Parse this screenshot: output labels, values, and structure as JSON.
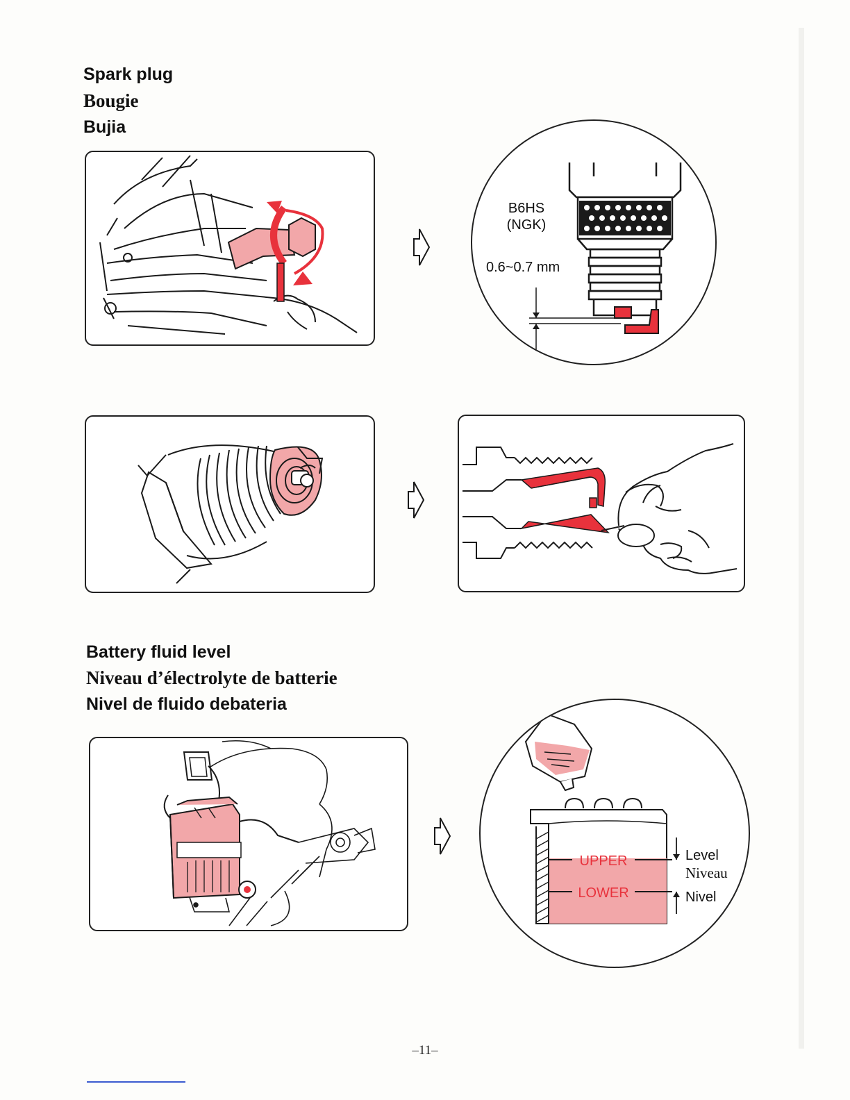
{
  "spark_plug_section": {
    "title_en": "Spark plug",
    "title_fr": "Bougie",
    "title_es": "Bujia",
    "plug_type": "B6HS",
    "plug_brand": "(NGK)",
    "gap_spec": "0.6~0.7 mm"
  },
  "battery_section": {
    "title_en": "Battery fluid level",
    "title_fr": "Niveau d’électrolyte de batterie",
    "title_es": "Nivel de fluido debateria",
    "upper_mark": "UPPER",
    "lower_mark": "LOWER",
    "level_en": "Level",
    "level_fr": "Niveau",
    "level_es": "Nivel"
  },
  "colors": {
    "accent_red": "#e8323c",
    "accent_pink": "#f2a7a9",
    "line": "#1a1a1a"
  },
  "icons": [
    "arrow-right-outline-icon"
  ],
  "page": {
    "number": "–11–"
  }
}
